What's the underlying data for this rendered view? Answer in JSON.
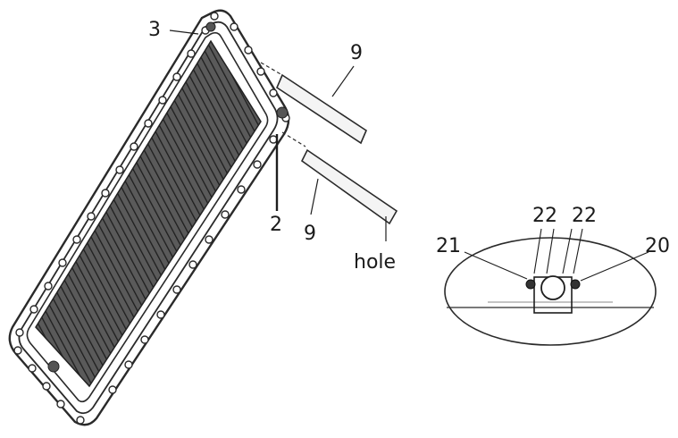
{
  "labels": {
    "frame": "3",
    "bar_upper": "9",
    "bar_lower": "9",
    "post": "2",
    "hole": "hole",
    "detail_21": "21",
    "detail_22a": "22",
    "detail_22b": "22",
    "detail_20": "20"
  },
  "colors": {
    "line": "#2a2a2a",
    "mesh": "#3b3b3b",
    "panel_fill": "#4a4a4a",
    "background": "#ffffff"
  }
}
